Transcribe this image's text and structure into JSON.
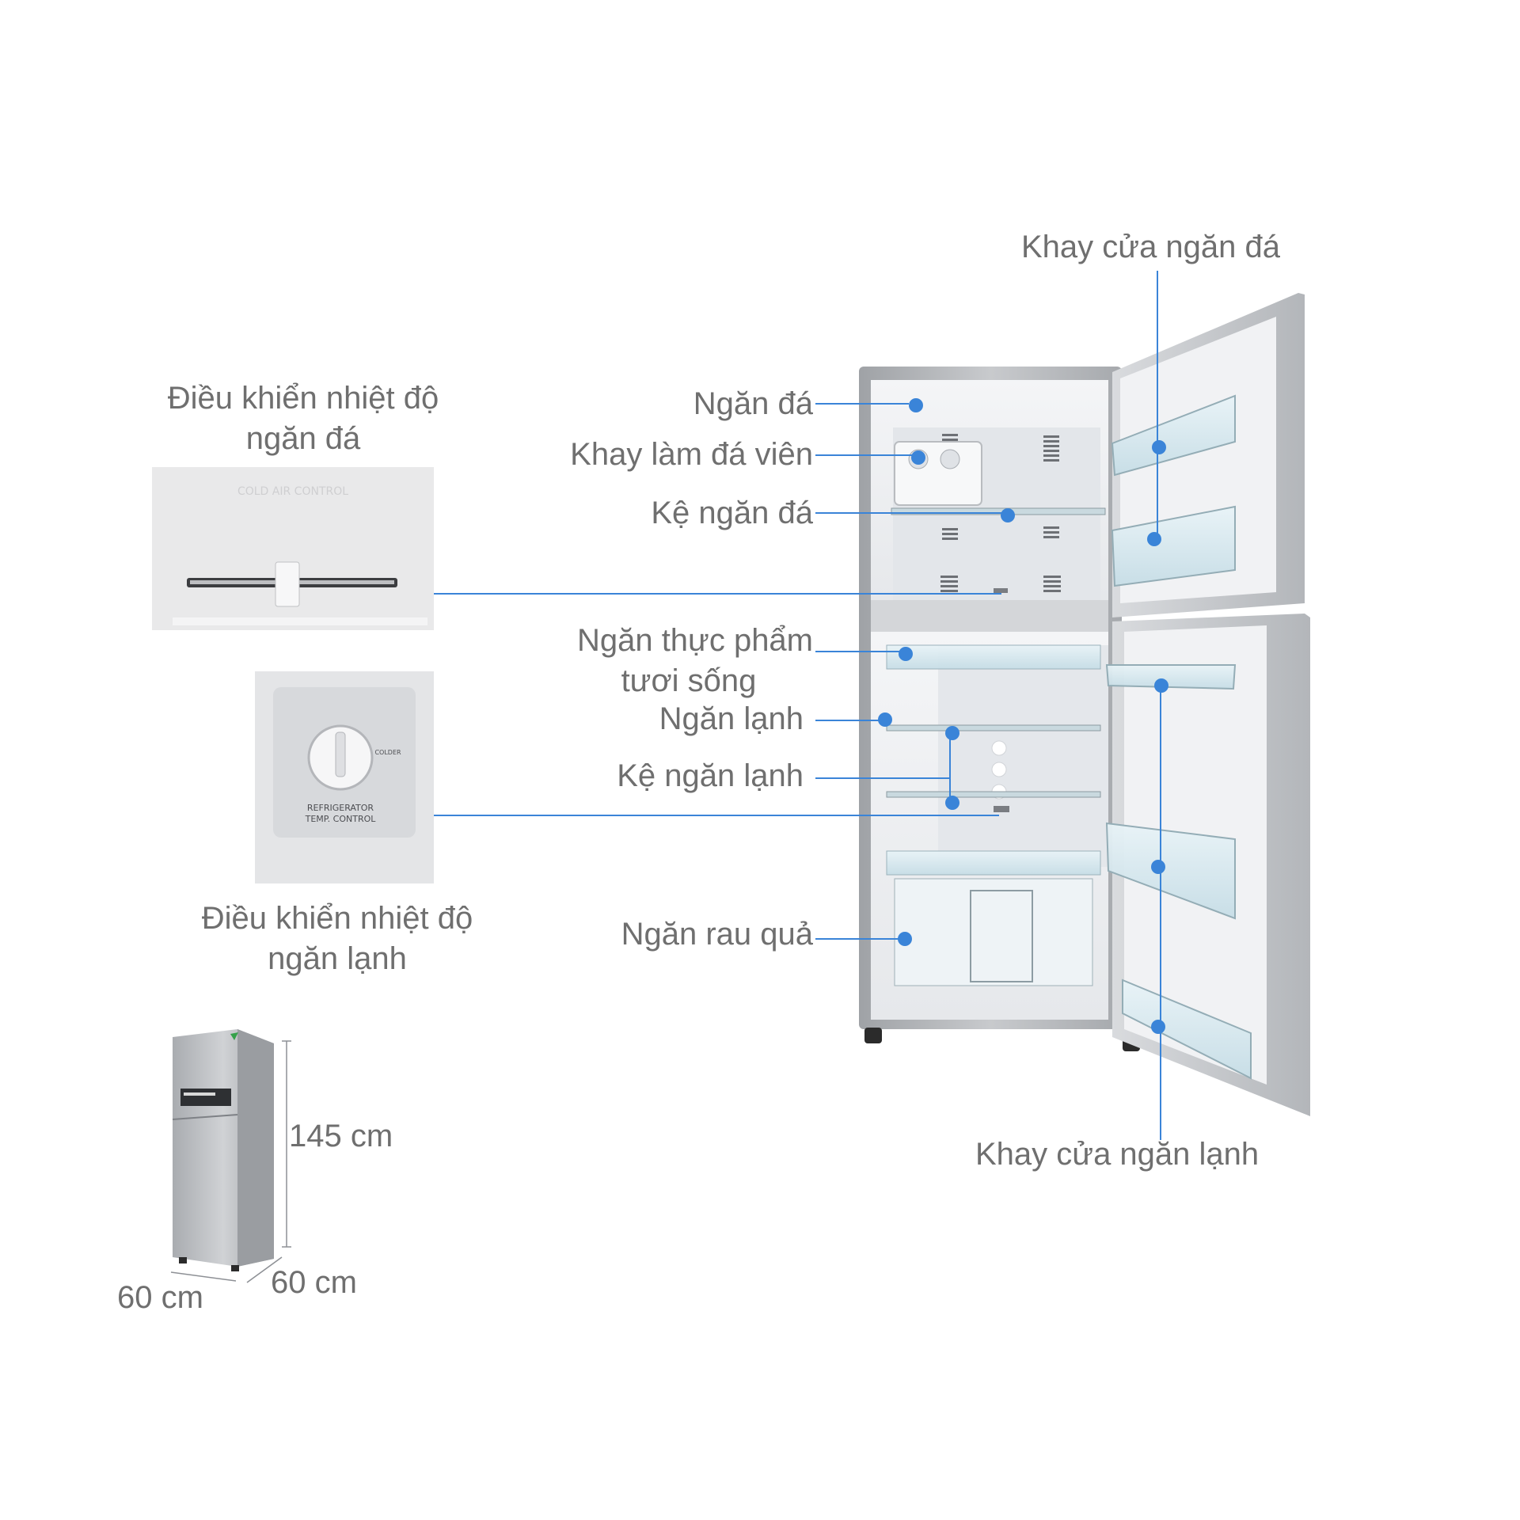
{
  "labels": {
    "ngan_da": "Ngăn đá",
    "khay_lam_da": "Khay làm đá viên",
    "ke_ngan_da": "Kệ ngăn đá",
    "ngan_thuc_pham_1": "Ngăn thực phẩm",
    "ngan_thuc_pham_2": "tươi sống",
    "ngan_lanh": "Ngăn lạnh",
    "ke_ngan_lanh": "Kệ ngăn lạnh",
    "ngan_rau_qua": "Ngăn rau quả",
    "khay_cua_ngan_da": "Khay cửa ngăn đá",
    "khay_cua_ngan_lanh": "Khay cửa ngăn lạnh",
    "dk_ngan_da_1": "Điều khiển nhiệt độ",
    "dk_ngan_da_2": "ngăn đá",
    "dk_ngan_lanh_1": "Điều khiển nhiệt độ",
    "dk_ngan_lanh_2": "ngăn lạnh"
  },
  "dimensions": {
    "height": "145 cm",
    "depth": "60 cm",
    "width": "60 cm"
  },
  "control_panels": {
    "freezer_panel_text": "COLD AIR CONTROL",
    "fridge_dial_text_1": "REFRIGERATOR",
    "fridge_dial_text_2": "TEMP. CONTROL",
    "fridge_dial_colder": "COLDER"
  },
  "colors": {
    "accent": "#3a84d8",
    "label": "#6f6f6f",
    "fridge_body": "#b8babd",
    "fridge_interior": "#eef0f3"
  }
}
